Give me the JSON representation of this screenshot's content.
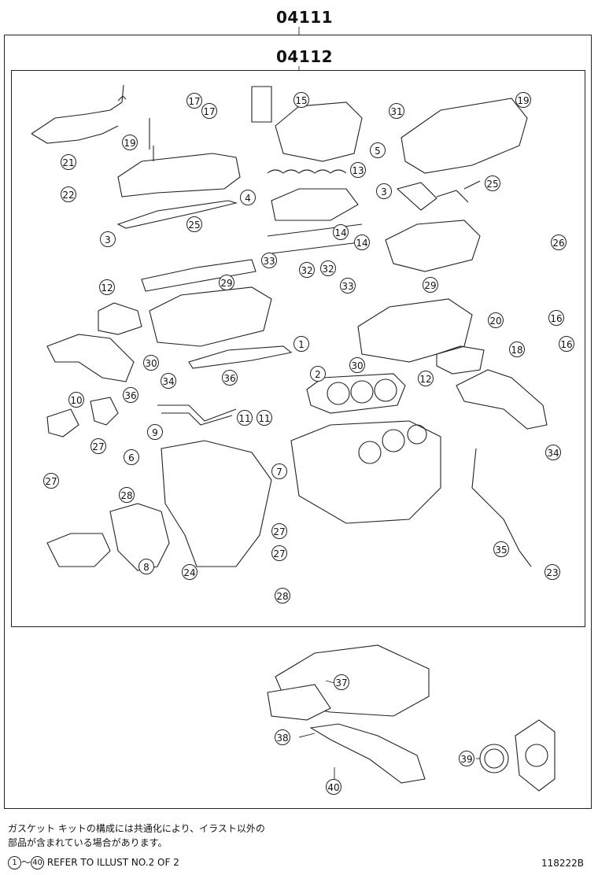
{
  "header": {
    "outer_part_no": "04111",
    "inner_part_no": "04112"
  },
  "callouts_upper": [
    "17",
    "17",
    "15",
    "19",
    "31",
    "19",
    "21",
    "22",
    "19",
    "13",
    "5",
    "4",
    "3",
    "25",
    "3",
    "25",
    "14",
    "14",
    "26",
    "33",
    "32",
    "32",
    "33",
    "29",
    "29",
    "12",
    "1",
    "30",
    "34",
    "30",
    "20",
    "16",
    "18",
    "16",
    "12",
    "2",
    "36",
    "10",
    "36",
    "11",
    "11",
    "9",
    "27",
    "27",
    "6",
    "7",
    "28",
    "27",
    "8",
    "24",
    "27",
    "28",
    "35",
    "23",
    "34"
  ],
  "callouts_lower": [
    "37",
    "38",
    "39",
    "40"
  ],
  "notes": {
    "jp_line1": "ガスケット キットの構成には共通化により、イラスト以外の",
    "jp_line2": "部品が含まれている場合があります。",
    "ref_start": "1",
    "ref_tilde": "～",
    "ref_end": "40",
    "ref_text": "REFER TO ILLUST NO.2 OF 2",
    "illust_code": "118222B"
  }
}
